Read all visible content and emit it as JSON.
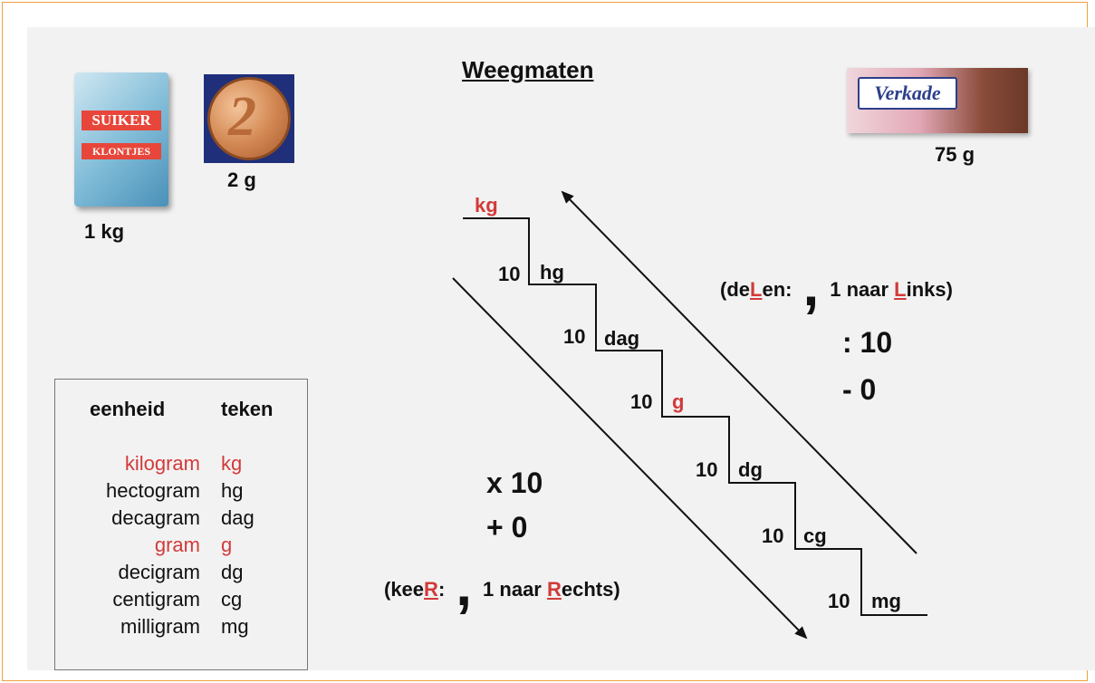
{
  "title": "Weegmaten",
  "products": {
    "sugar": {
      "weight": "1 kg",
      "pack_text_1": "SUIKER",
      "pack_text_2": "KLONTJES"
    },
    "coin": {
      "weight": "2 g",
      "face_value": "2"
    },
    "chocolate": {
      "weight": "75 g",
      "brand": "Verkade"
    }
  },
  "stairs": {
    "units": [
      "kg",
      "hg",
      "dag",
      "g",
      "dg",
      "cg",
      "mg"
    ],
    "highlighted_units": [
      "kg",
      "g"
    ],
    "factor_label": "10"
  },
  "divide_rule": {
    "open": "(de",
    "L1": "L",
    "mid": "en:",
    "comma": ",",
    "text_before": "1 naar ",
    "L2": "L",
    "text_after": "inks)",
    "op1": ": 10",
    "op2": "- 0"
  },
  "multiply_rule": {
    "op1": "x 10",
    "op2": "+ 0",
    "open": "(kee",
    "R1": "R",
    "mid": ":",
    "comma": ",",
    "text_before": "1 naar ",
    "R2": "R",
    "text_after": "echts)"
  },
  "table": {
    "header_unit": "eenheid",
    "header_sign": "teken",
    "rows": [
      {
        "name": "kilogram",
        "sign": "kg",
        "highlight": true
      },
      {
        "name": "hectogram",
        "sign": "hg",
        "highlight": false
      },
      {
        "name": "decagram",
        "sign": "dag",
        "highlight": false
      },
      {
        "name": "gram",
        "sign": "g",
        "highlight": true
      },
      {
        "name": "decigram",
        "sign": "dg",
        "highlight": false
      },
      {
        "name": "centigram",
        "sign": "cg",
        "highlight": false
      },
      {
        "name": "milligram",
        "sign": "mg",
        "highlight": false
      }
    ]
  },
  "colors": {
    "highlight": "#d23a3a",
    "text": "#111111",
    "background": "#f2f2f2"
  }
}
